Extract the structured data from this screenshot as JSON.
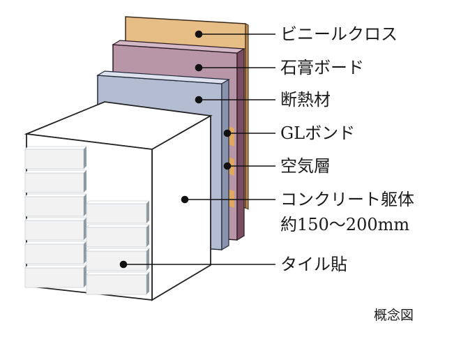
{
  "diagram": {
    "labels": {
      "vinyl_cloth": "ビニールクロス",
      "gypsum_board": "石膏ボード",
      "insulation": "断熱材",
      "gl_bond": "GLボンド",
      "air_layer": "空気層",
      "concrete_line1": "コンクリート躯体",
      "concrete_line2": "約150〜200mm",
      "tile": "タイル貼"
    },
    "caption": "概念図"
  },
  "colors": {
    "vinyl_cloth": "#e5bd85",
    "gypsum_board": "#b995a8",
    "gypsum_side": "#7a4d63",
    "insulation": "#b4bcd2",
    "insulation_side": "#8a93ad",
    "gl_bond": "#e2a95a",
    "tile_face": "#f2f2f2",
    "tile_edge": "#8f9aa3",
    "outline": "#222222"
  }
}
